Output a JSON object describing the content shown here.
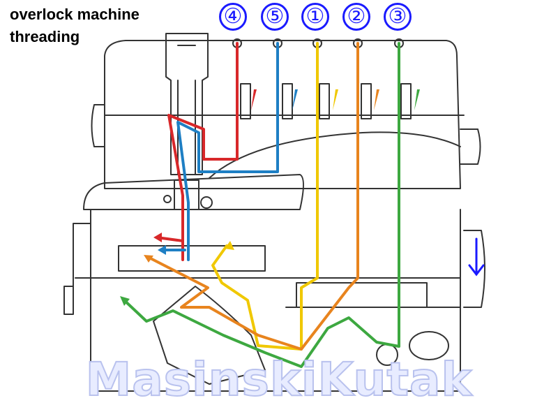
{
  "title": {
    "line1": "overlock machine",
    "line2": "threading"
  },
  "thread_numbers": [
    {
      "label": "④",
      "color": "#d8282a"
    },
    {
      "label": "⑤",
      "color": "#1e7fc4"
    },
    {
      "label": "①",
      "color": "#f0c800"
    },
    {
      "label": "②",
      "color": "#e8841e"
    },
    {
      "label": "③",
      "color": "#3da840"
    }
  ],
  "watermark": "MasinskiKutak",
  "colors": {
    "outline": "#333333",
    "badge": "#1a1aff",
    "handwheel_arrow": "#1a1aff"
  }
}
